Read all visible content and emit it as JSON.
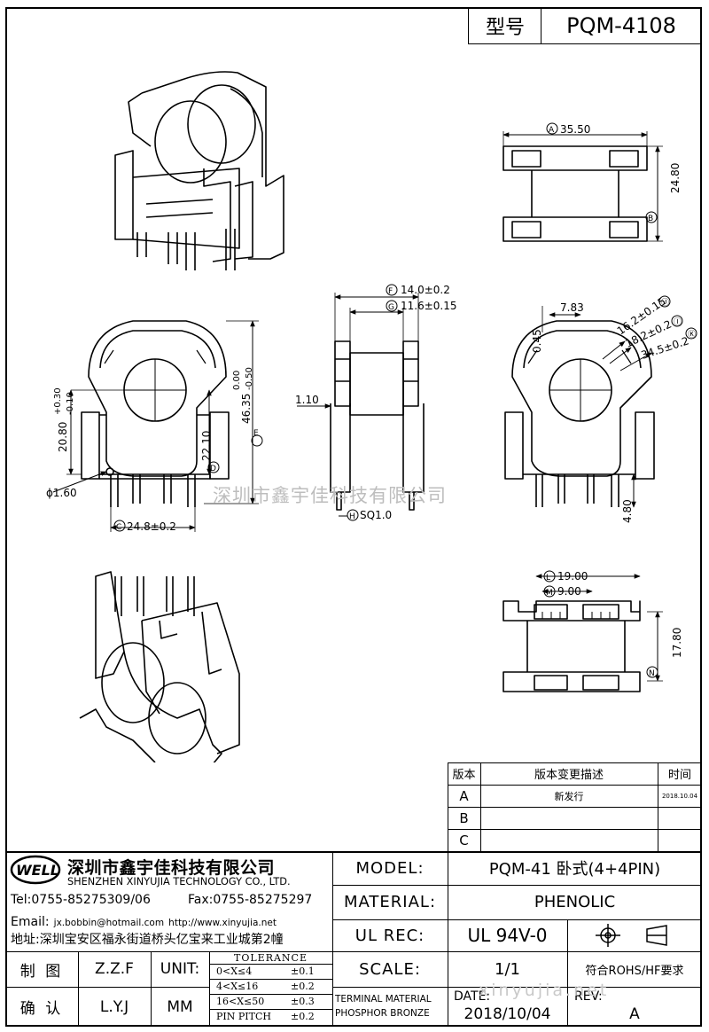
{
  "header": {
    "model_label": "型号",
    "model_value": "PQM-4108"
  },
  "dims": {
    "A": "35.50",
    "B": "24.80",
    "F": "14.0±0.2",
    "G": "11.6±0.15",
    "d783": "7.83",
    "d045": "0.45",
    "d162": "16.2±0.15",
    "d182": "18.2±0.2",
    "d345": "34.5±0.2",
    "t1": "Ⓙ",
    "t2": "Ⓘ",
    "t3": "Ⓚ",
    "d2080": "20.80",
    "d2080_tol_up": "+0.30",
    "d2080_tol_dn": "-0.10",
    "d4635": "46.35",
    "d4635_tol_up": "0.00",
    "d4635_tol_dn": "-0.50",
    "d2210": "22.10",
    "d160": "ϕ1.60",
    "d248": "24.8±0.2",
    "d110": "1.10",
    "sq": "SQ1.0",
    "d480": "4.80",
    "L": "19.00",
    "M": "9.00",
    "N": "17.80",
    "circA": "A",
    "circB": "B",
    "circC": "C",
    "circD": "D",
    "circE": "E",
    "circF": "F",
    "circG": "G",
    "circH": "H",
    "circL": "L",
    "circM": "M",
    "circN": "N"
  },
  "watermark": "深圳市鑫宇佳科技有限公司",
  "watermark_bottom": "xinyujia.net",
  "revision": {
    "headers": [
      "版本",
      "版本变更描述",
      "时间"
    ],
    "rows": [
      {
        "rev": "A",
        "desc": "新发行",
        "date": "2018.10.04"
      },
      {
        "rev": "B",
        "desc": "",
        "date": ""
      },
      {
        "rev": "C",
        "desc": "",
        "date": ""
      }
    ]
  },
  "company": {
    "logo": "WELL",
    "name_cn": "深圳市鑫宇佳科技有限公司",
    "name_en": "SHENZHEN XINYUJIA TECHNOLOGY CO., LTD.",
    "tel": "Tel:0755-85275309/06",
    "fax": "Fax:0755-85275297",
    "email_label": "Email:",
    "email": "jx.bobbin@hotmail.com",
    "web": "http://www.xinyujia.net",
    "address": "地址:深圳宝安区福永街道桥头亿宝来工业城第2幢"
  },
  "title_block": {
    "model_label": "MODEL:",
    "model_value": "PQM-41 卧式(4+4PIN)",
    "material_label": "MATERIAL:",
    "material_value": "PHENOLIC",
    "ulrec_label": "UL REC:",
    "ulrec_value": "UL 94V-0",
    "scale_label": "SCALE:",
    "scale_value": "1/1",
    "rohs": "符合ROHS/HF要求",
    "terminal_1": "TERMINAL MATERIAL",
    "terminal_2": "PHOSPHOR BRONZE",
    "date_label": "DATE:",
    "date_value": "2018/10/04",
    "rev_label": "REV:",
    "rev_value": "A",
    "draw_label": "制 图",
    "draw_value": "Z.Z.F",
    "confirm_label": "确 认",
    "confirm_value": "L.Y.J",
    "unit_label": "UNIT:",
    "unit_value": "MM",
    "tolerance_title": "TOLERANCE",
    "tolerance_rows": [
      {
        "range": "0<X≤4",
        "tol": "±0.1"
      },
      {
        "range": "4<X≤16",
        "tol": "±0.2"
      },
      {
        "range": "16<X≤50",
        "tol": "±0.3"
      },
      {
        "range": "PIN PITCH",
        "tol": "±0.2"
      }
    ]
  }
}
